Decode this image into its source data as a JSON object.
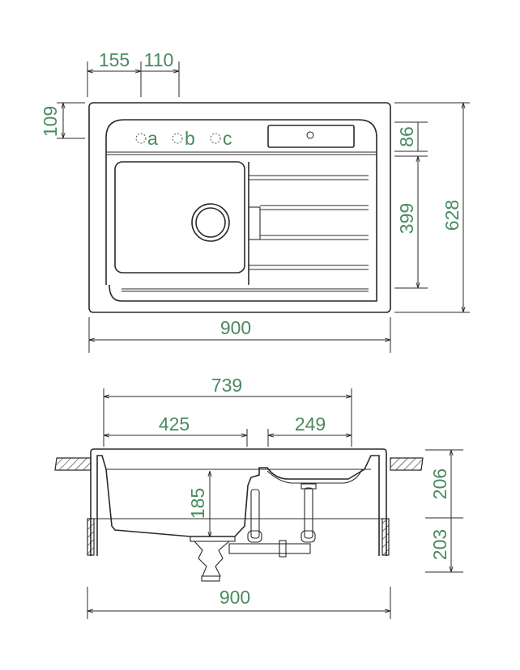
{
  "top_view": {
    "dims": {
      "tap_offset": "155",
      "tap_spacing": "110",
      "tap_from_edge": "109",
      "panel_depth": "86",
      "bowl_depth": "399",
      "total_depth": "628",
      "total_width": "900"
    },
    "tap_holes": [
      "a",
      "b",
      "c"
    ]
  },
  "side_view": {
    "dims": {
      "inner_width": "739",
      "bowl_width": "425",
      "drainer_width": "249",
      "bowl_height": "185",
      "upper_height": "206",
      "lower_height": "203",
      "total_width": "900"
    }
  },
  "colors": {
    "dimension_text": "#4a8a5e",
    "line": "#2a2a2a"
  }
}
